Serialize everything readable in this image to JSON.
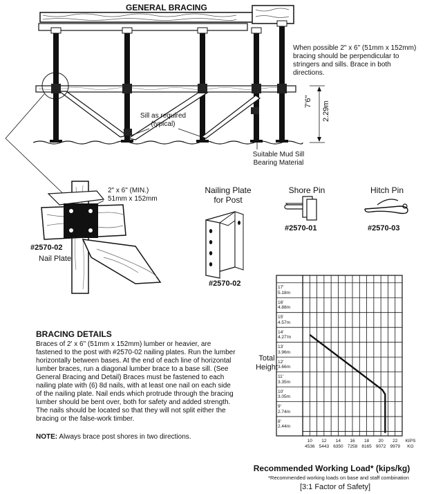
{
  "general_bracing": {
    "title": "GENERAL BRACING",
    "note": "When possible 2\" x 6\" (51mm x 152mm) bracing should be perpendicular to stringers and sills. Brace in both directions.",
    "sill_label": "Sill as required (typical)",
    "mud_sill_label": "Suitable Mud Sill Bearing Material",
    "height_ft": "7'6\"",
    "height_m": "2.29m"
  },
  "detail": {
    "lumber_label_line1": "2\" x 6\" (MIN.)",
    "lumber_label_line2": "51mm x 152mm",
    "part_number": "#2570-02",
    "part_name": "Nail Plate"
  },
  "parts": [
    {
      "title_line1": "Nailing Plate",
      "title_line2": "for Post",
      "number": "#2570-02",
      "icon": "nailing-plate-icon"
    },
    {
      "title_line1": "Shore Pin",
      "title_line2": "",
      "number": "#2570-01",
      "icon": "shore-pin-icon"
    },
    {
      "title_line1": "Hitch Pin",
      "title_line2": "",
      "number": "#2570-03",
      "icon": "hitch-pin-icon"
    }
  ],
  "bracing_details": {
    "heading": "BRACING DETAILS",
    "body": "Braces of 2' x 6\" (51mm x 152mm) lumber or heavier, are fastened to the post with #2570-02 nailing plates. Run the lumber horizontally between bases. At the end of each line of horizontal lumber braces, run a diagonal lumber brace to a base sill. (See General Bracing and Detail) Braces must be fastened to each nailing plate with (6) 8d nails, with at least one nail on each side of the nailing plate. Nail ends which protrude through the bracing lumber should be bent over, both for safety and added strength. The nails should be located so that they will not split either the bracing or the false-work timber.",
    "note_label": "NOTE:",
    "note_text": " Always brace post shores in two directions."
  },
  "chart_data": {
    "type": "line",
    "title": "Recommended Working Load* (kips/kg)",
    "footnote": "*Recommended working loads on base and staff combination",
    "safety": "[3:1 Factor of Safety]",
    "ylabel": "Total Height",
    "y_ticks": [
      {
        "ft": "17'",
        "m": "5.18m",
        "value": 17
      },
      {
        "ft": "16'",
        "m": "4.88m",
        "value": 16
      },
      {
        "ft": "15'",
        "m": "4.57m",
        "value": 15
      },
      {
        "ft": "14'",
        "m": "4.27'm",
        "value": 14
      },
      {
        "ft": "13'",
        "m": "3.96m",
        "value": 13
      },
      {
        "ft": "12'",
        "m": "3.66m",
        "value": 12
      },
      {
        "ft": "11'",
        "m": "3.35m",
        "value": 11
      },
      {
        "ft": "10'",
        "m": "3.05m",
        "value": 10
      },
      {
        "ft": "9'",
        "m": "2.74m",
        "value": 9
      },
      {
        "ft": "8'",
        "m": "2.44m",
        "value": 8
      }
    ],
    "x_ticks": [
      {
        "kips": "10",
        "kg": "4536",
        "value": 10
      },
      {
        "kips": "12",
        "kg": "5443",
        "value": 12
      },
      {
        "kips": "14",
        "kg": "6350",
        "value": 14
      },
      {
        "kips": "16",
        "kg": "7258",
        "value": 16
      },
      {
        "kips": "18",
        "kg": "8165",
        "value": 18
      },
      {
        "kips": "20",
        "kg": "9072",
        "value": 20
      },
      {
        "kips": "22",
        "kg": "9979",
        "value": 22
      }
    ],
    "x_unit_kips": "KIPS",
    "x_unit_kg": "KG",
    "xlim": [
      9,
      23
    ],
    "ylim": [
      7.2,
      18
    ],
    "series": [
      {
        "x": [
          10,
          20.2,
          20.6,
          20.6
        ],
        "y": [
          14.0,
          10.3,
          10.0,
          7.4
        ]
      }
    ]
  }
}
